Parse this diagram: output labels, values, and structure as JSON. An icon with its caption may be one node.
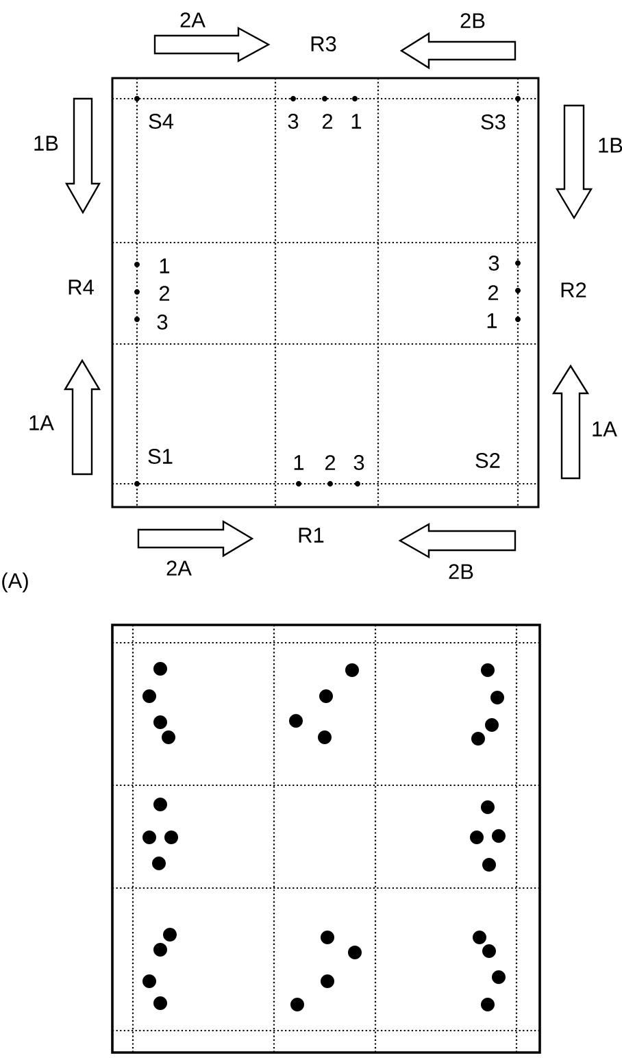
{
  "diagram": {
    "nodes": [
      {
        "text": [
          "S4",
          "3",
          "2",
          "1",
          "S3",
          "1",
          "3",
          "2",
          "2",
          "3",
          "1",
          "S1",
          "1",
          "2",
          "3",
          "S2"
        ]
      },
      {
        "text": [],
        "shape": "box"
      }
    ],
    "labels": [
      "2A",
      "R3",
      "2B",
      "1B",
      "1B",
      "R4",
      "R2",
      "1A",
      "1A",
      "R1",
      "2A",
      "2B",
      "(A)"
    ]
  }
}
